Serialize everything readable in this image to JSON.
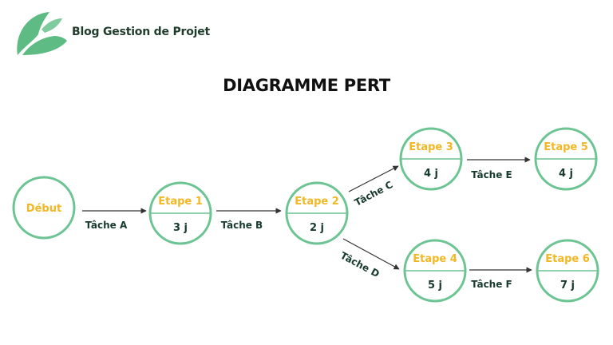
{
  "brand": {
    "name": "Blog Gestion de Projet",
    "logo_icon": "leaf-logo-icon",
    "logo_color": "#5dbb83"
  },
  "title": "DIAGRAMME PERT",
  "colors": {
    "node_border": "#6cc492",
    "node_name": "#f2b722",
    "text_dark": "#173a2d",
    "arrow": "#333333"
  },
  "nodes": [
    {
      "id": "debut",
      "name": "Début",
      "duration": ""
    },
    {
      "id": "etape1",
      "name": "Etape 1",
      "duration": "3 j"
    },
    {
      "id": "etape2",
      "name": "Etape 2",
      "duration": "2 j"
    },
    {
      "id": "etape3",
      "name": "Etape 3",
      "duration": "4 j"
    },
    {
      "id": "etape4",
      "name": "Etape 4",
      "duration": "5 j"
    },
    {
      "id": "etape5",
      "name": "Etape 5",
      "duration": "4 j"
    },
    {
      "id": "etape6",
      "name": "Etape 6",
      "duration": "7 j"
    }
  ],
  "edges": [
    {
      "from": "debut",
      "to": "etape1",
      "label": "Tâche A"
    },
    {
      "from": "etape1",
      "to": "etape2",
      "label": "Tâche B"
    },
    {
      "from": "etape2",
      "to": "etape3",
      "label": "Tâche C"
    },
    {
      "from": "etape2",
      "to": "etape4",
      "label": "Tâche D"
    },
    {
      "from": "etape3",
      "to": "etape5",
      "label": "Tâche E"
    },
    {
      "from": "etape4",
      "to": "etape6",
      "label": "Tâche F"
    }
  ]
}
